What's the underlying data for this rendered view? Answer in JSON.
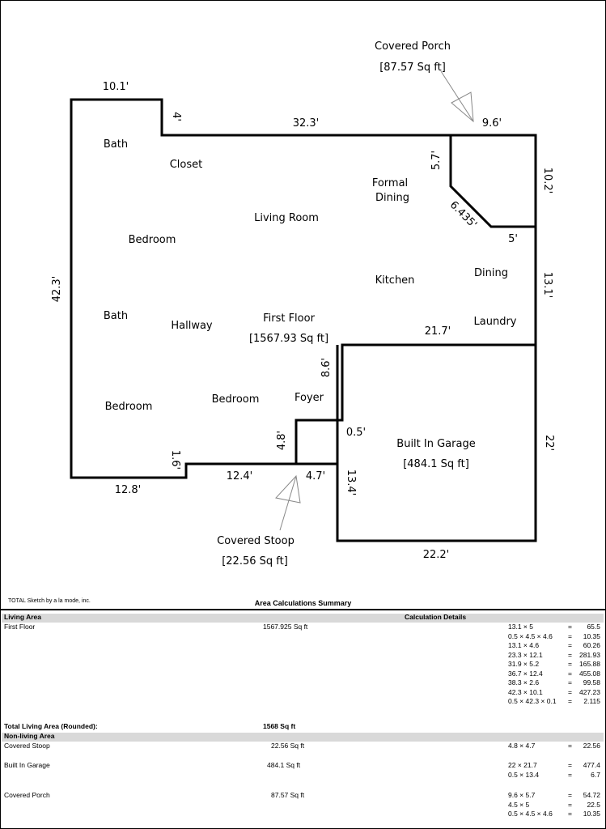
{
  "plan": {
    "rooms": {
      "bath1": "Bath",
      "closet": "Closet",
      "formal_dining_1": "Formal",
      "formal_dining_2": "Dining",
      "living_room": "Living Room",
      "bedroom1": "Bedroom",
      "kitchen": "Kitchen",
      "dining": "Dining",
      "bath2": "Bath",
      "hallway": "Hallway",
      "first_floor": "First Floor",
      "first_floor_area": "[1567.93 Sq ft]",
      "laundry": "Laundry",
      "foyer": "Foyer",
      "bedroom2": "Bedroom",
      "bedroom3": "Bedroom",
      "garage": "Built In Garage",
      "garage_area": "[484.1 Sq ft]"
    },
    "covered_porch": {
      "label": "Covered Porch",
      "area": "[87.57 Sq ft]"
    },
    "covered_stoop": {
      "label": "Covered Stoop",
      "area": "[22.56 Sq ft]"
    },
    "dimensions": {
      "d_10_1": "10.1'",
      "d_4": "4'",
      "d_32_3": "32.3'",
      "d_9_6": "9.6'",
      "d_5_7": "5.7'",
      "d_10_2": "10.2'",
      "d_6_435": "6.435'",
      "d_5": "5'",
      "d_42_3": "42.3'",
      "d_13_1": "13.1'",
      "d_21_7": "21.7'",
      "d_8_6": "8.6'",
      "d_0_5": "0.5'",
      "d_4_8": "4.8'",
      "d_22": "22'",
      "d_1_6": "1.6'",
      "d_12_4": "12.4'",
      "d_4_7": "4.7'",
      "d_13_4": "13.4'",
      "d_12_8": "12.8'",
      "d_22_2": "22.2'"
    }
  },
  "credit": "TOTAL Sketch by a la mode, inc.",
  "summary": {
    "title": "Area Calculations Summary",
    "living_header": "Living Area",
    "calc_header": "Calculation Details",
    "first_floor": {
      "name": "First Floor",
      "area": "1567.925 Sq ft",
      "calcs": [
        {
          "expr": "13.1 × 5",
          "eq": "=",
          "res": "65.5"
        },
        {
          "expr": "0.5 × 4.5 × 4.6",
          "eq": "=",
          "res": "10.35"
        },
        {
          "expr": "13.1 × 4.6",
          "eq": "=",
          "res": "60.26"
        },
        {
          "expr": "23.3 × 12.1",
          "eq": "=",
          "res": "281.93"
        },
        {
          "expr": "31.9 × 5.2",
          "eq": "=",
          "res": "165.88"
        },
        {
          "expr": "36.7 × 12.4",
          "eq": "=",
          "res": "455.08"
        },
        {
          "expr": "38.3 × 2.6",
          "eq": "=",
          "res": "99.58"
        },
        {
          "expr": "42.3 × 10.1",
          "eq": "=",
          "res": "427.23"
        },
        {
          "expr": "0.5 × 42.3 × 0.1",
          "eq": "=",
          "res": "2.115"
        }
      ]
    },
    "total_label": "Total Living Area (Rounded):",
    "total_value": "1568 Sq ft",
    "nonliving_header": "Non-living Area",
    "stoop": {
      "name": "Covered Stoop",
      "area": "22.56 Sq ft",
      "calcs": [
        {
          "expr": "4.8 × 4.7",
          "eq": "=",
          "res": "22.56"
        }
      ]
    },
    "garage": {
      "name": "Built In Garage",
      "area": "484.1 Sq ft",
      "calcs": [
        {
          "expr": "22 × 21.7",
          "eq": "=",
          "res": "477.4"
        },
        {
          "expr": "0.5 × 13.4",
          "eq": "=",
          "res": "6.7"
        }
      ]
    },
    "porch": {
      "name": "Covered Porch",
      "area": "87.57 Sq ft",
      "calcs": [
        {
          "expr": "9.6 × 5.7",
          "eq": "=",
          "res": "54.72"
        },
        {
          "expr": "4.5 × 5",
          "eq": "=",
          "res": "22.5"
        },
        {
          "expr": "0.5 × 4.5 × 4.6",
          "eq": "=",
          "res": "10.35"
        }
      ]
    }
  }
}
